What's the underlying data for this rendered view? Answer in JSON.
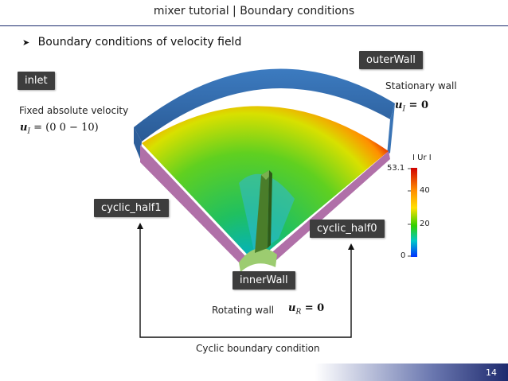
{
  "header": {
    "title": "mixer tutorial | Boundary conditions"
  },
  "bullet": {
    "text": "Boundary conditions of velocity field"
  },
  "inlet": {
    "tag": "inlet",
    "desc": "Fixed absolute velocity",
    "eq_sym": "u",
    "eq_sub": "I",
    "eq_rest": " = (0 0 − 10)"
  },
  "outer_wall": {
    "tag": "outerWall",
    "desc": "Stationary wall",
    "eq_sym": "u",
    "eq_sub": "I",
    "eq_rest": " = 0"
  },
  "inner_wall": {
    "tag": "innerWall",
    "desc": "Rotating wall",
    "eq_sym": "u",
    "eq_sub": "R",
    "eq_rest": " = 0"
  },
  "cyclic": {
    "half1": "cyclic_half1",
    "half0": "cyclic_half0",
    "desc": "Cyclic boundary condition"
  },
  "colorbar": {
    "title": "I Ur I",
    "ticks": [
      "53.1",
      "40",
      "20",
      "0"
    ],
    "colors": [
      "#d00000",
      "#ff8c00",
      "#ffe000",
      "#30d000",
      "#00c8c8",
      "#0030ff"
    ]
  },
  "footer": {
    "page_number": "14"
  }
}
